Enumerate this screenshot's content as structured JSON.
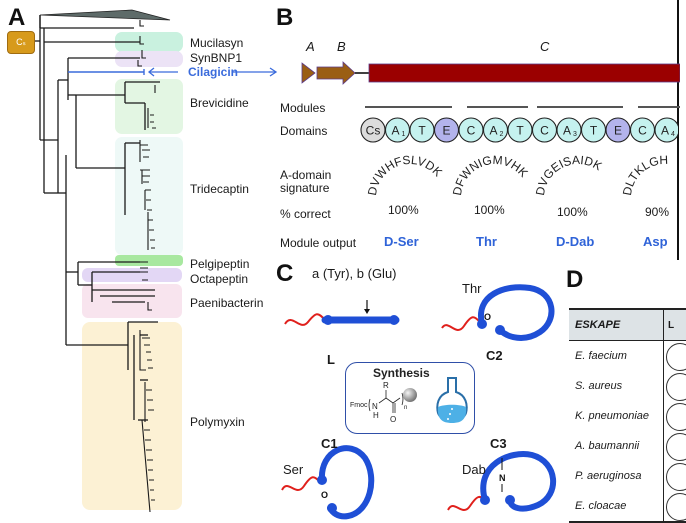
{
  "panels": {
    "A": {
      "letter": "A"
    },
    "B": {
      "letter": "B"
    },
    "C": {
      "letter": "C"
    },
    "D": {
      "letter": "D"
    }
  },
  "panel_a": {
    "root_badge": "Cₛ",
    "clades": [
      {
        "name": "Mucilasyn",
        "color": "#c9f1df"
      },
      {
        "name": "SynBNP1",
        "color": "#ece3f6"
      },
      {
        "name": "Cilagicin",
        "color": "#3a6bdc",
        "highlight": true
      },
      {
        "name": "Brevicidine",
        "color": "#e3f6e3"
      },
      {
        "name": "Tridecaptin",
        "color": "#eaf8f6"
      },
      {
        "name": "Pelgipeptin",
        "color": "#a8e8a0"
      },
      {
        "name": "Octapeptin",
        "color": "#e3d7f5"
      },
      {
        "name": "Paenibacterin",
        "color": "#f8e4ee"
      },
      {
        "name": "Polymyxin",
        "color": "#fcf1d4"
      }
    ]
  },
  "panel_b": {
    "genes": [
      "A",
      "B",
      "C"
    ],
    "gene_colors": {
      "A": "#9a5e14",
      "B": "#9a5e14",
      "C": "#9b0000"
    },
    "row_labels": {
      "modules": "Modules",
      "domains": "Domains",
      "a_domain_signature_line1": "A-domain",
      "a_domain_signature_line2": "signature",
      "percent_correct": "% correct",
      "module_output": "Module output"
    },
    "domains": [
      {
        "label": "Cs",
        "sub": "",
        "type": "Cs"
      },
      {
        "label": "A",
        "sub": "1",
        "type": "A"
      },
      {
        "label": "T",
        "sub": "",
        "type": "T"
      },
      {
        "label": "E",
        "sub": "",
        "type": "E"
      },
      {
        "label": "C",
        "sub": "",
        "type": "C"
      },
      {
        "label": "A",
        "sub": "2",
        "type": "A"
      },
      {
        "label": "T",
        "sub": "",
        "type": "T"
      },
      {
        "label": "C",
        "sub": "",
        "type": "C"
      },
      {
        "label": "A",
        "sub": "3",
        "type": "A"
      },
      {
        "label": "T",
        "sub": "",
        "type": "T"
      },
      {
        "label": "E",
        "sub": "",
        "type": "E"
      },
      {
        "label": "C",
        "sub": "",
        "type": "C"
      },
      {
        "label": "A",
        "sub": "4",
        "type": "A"
      }
    ],
    "domain_colors": {
      "Cs": "#dcdcdc",
      "A": "#c5f2ef",
      "T": "#c5f2ef",
      "C": "#c5f2ef",
      "E": "#b3b3ec"
    },
    "modules": [
      {
        "signature": "DVWHFSLVDK",
        "percent_correct": "100%",
        "output": "D-Ser"
      },
      {
        "signature": "DFWNIGMVHK",
        "percent_correct": "100%",
        "output": "Thr"
      },
      {
        "signature": "DVGEISAIDK",
        "percent_correct": "100%",
        "output": "D-Dab"
      },
      {
        "signature": "DLTKLGH",
        "percent_correct": "90%",
        "output": "Asp"
      }
    ],
    "output_color": "#2f63d8"
  },
  "panel_c": {
    "annotation_top": "a (Tyr), b (Glu)",
    "forms": [
      {
        "id": "L",
        "label": "L"
      },
      {
        "id": "C2",
        "label": "C2",
        "residue": "Thr",
        "linker_atom": "O"
      },
      {
        "id": "C1",
        "label": "C1",
        "residue": "Ser",
        "linker_atom": "O"
      },
      {
        "id": "C3",
        "label": "C3",
        "residue": "Dab",
        "linker_atom": "N"
      }
    ],
    "synthesis_box": {
      "title": "Synthesis",
      "fmoc": "Fmoc",
      "r_group": "R",
      "n_atom": "N",
      "h_atom": "H",
      "o_atom": "O",
      "repeat": "n"
    },
    "peptide_color": "#1f4fd6",
    "tail_color": "#e0201c"
  },
  "panel_d": {
    "header": "ESKAPE",
    "header_col2": "L",
    "organisms": [
      "E. faecium",
      "S. aureus",
      "K. pneumoniae",
      "A. baumannii",
      "P. aeruginosa",
      "E. cloacae"
    ]
  }
}
